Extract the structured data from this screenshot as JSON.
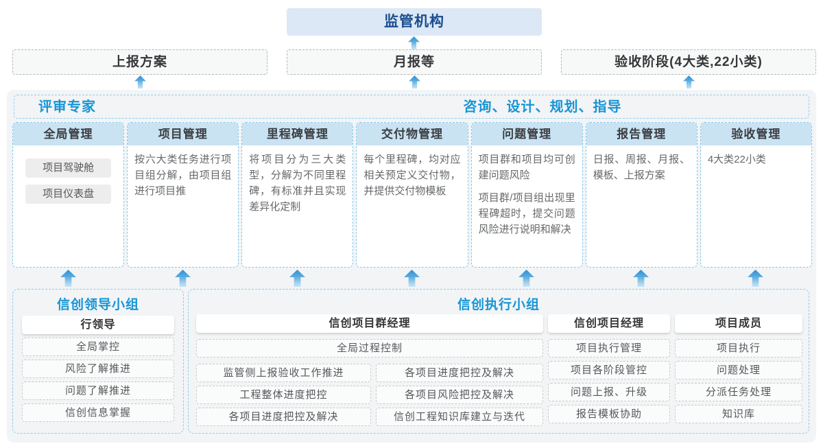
{
  "colors": {
    "accent-blue": "#1795d5",
    "navy": "#1b4d8e",
    "band-blue": "#c9e3f3",
    "light-blue-bg": "#dce8f5",
    "col-border": "#85c6e9",
    "container-bg": "#f2f4f6"
  },
  "top": {
    "regulator": "监管机构",
    "reports": [
      "上报方案",
      "月报等",
      "验收阶段(4大类,22小类)"
    ]
  },
  "main": {
    "expert_label": "评审专家",
    "guidance_label": "咨询、设计、规划、指导",
    "columns": [
      {
        "title": "全局管理",
        "items": [
          "项目驾驶舱",
          "项目仪表盘"
        ]
      },
      {
        "title": "项目管理",
        "p1": "按六大类任务进行项目组分解，由项目组进行项目推"
      },
      {
        "title": "里程碑管理",
        "p1": "将项目分为三大类型，分解为不同里程碑，有标准并且实现差异化定制"
      },
      {
        "title": "交付物管理",
        "p1": "每个里程碑，均对应相关预定义交付物，并提供交付物模板"
      },
      {
        "title": "问题管理",
        "p1": "项目群和项目均可创建问题风险",
        "p2": "项目群/项目组出现里程碑超时，提交问题风险进行说明和解决"
      },
      {
        "title": "报告管理",
        "p1": "日报、周报、月报、模板、上报方案"
      },
      {
        "title": "验收管理",
        "p1": "4大类22小类"
      }
    ]
  },
  "bottom": {
    "leader_group": {
      "title": "信创领导小组",
      "role": "行领导",
      "items": [
        "全局掌控",
        "风险了解推进",
        "问题了解推进",
        "信创信息掌握"
      ]
    },
    "exec_group": {
      "title": "信创执行小组",
      "program_manager": {
        "role": "信创项目群经理",
        "full_item": "全局过程控制",
        "grid_items": [
          "监管侧上报验收工作推进",
          "各项目进度把控及解决",
          "工程整体进度把控",
          "各项目风险把控及解决",
          "各项目进度把控及解决",
          "信创工程知识库建立与迭代"
        ]
      },
      "project_manager": {
        "role": "信创项目经理",
        "items": [
          "项目执行管理",
          "项目各阶段管控",
          "问题上报、升级",
          "报告模板协助"
        ]
      },
      "member": {
        "role": "项目成员",
        "items": [
          "项目执行",
          "问题处理",
          "分派任务处理",
          "知识库"
        ]
      }
    }
  }
}
